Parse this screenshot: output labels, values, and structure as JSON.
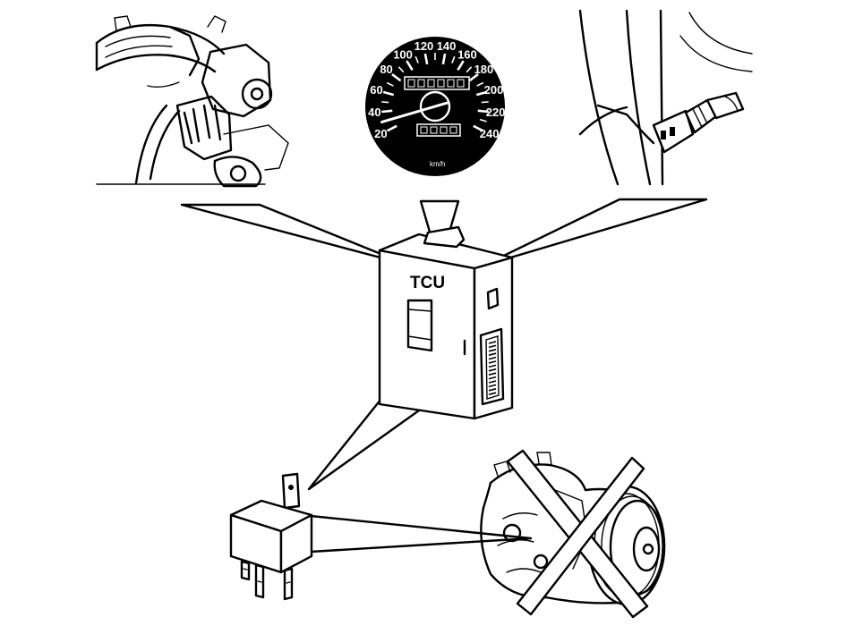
{
  "labels": {
    "control_unit": "TCU"
  },
  "speedometer": {
    "scale_marks": [
      "20",
      "40",
      "60",
      "80",
      "100",
      "120",
      "140",
      "160",
      "180",
      "200",
      "220",
      "240"
    ],
    "unit": "km/h",
    "needle_value": 30
  },
  "components": {
    "throttle_sensor": "throttle-body-sensor",
    "speedometer": "speedometer",
    "temperature_sensor": "coolant-temperature-sensor",
    "relay": "relay",
    "ac_compressor": "ac-compressor"
  }
}
